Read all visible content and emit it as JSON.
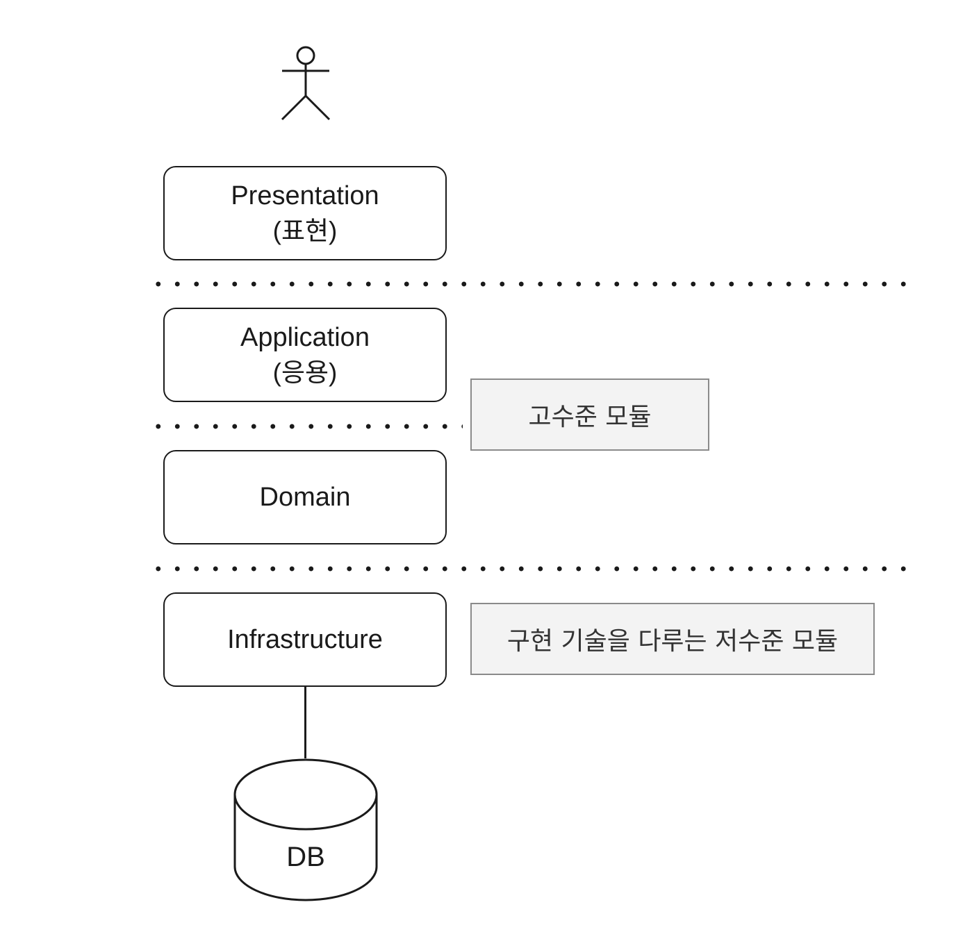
{
  "layers": {
    "presentation": {
      "title": "Presentation",
      "subtitle": "(표현)"
    },
    "application": {
      "title": "Application",
      "subtitle": "(응용)"
    },
    "domain": {
      "title": "Domain"
    },
    "infrastructure": {
      "title": "Infrastructure"
    }
  },
  "notes": {
    "high_level": "고수준 모듈",
    "low_level": "구현 기술을 다루는 저수준 모듈"
  },
  "database": {
    "label": "DB"
  },
  "icons": {
    "actor": "stick-figure-icon",
    "database": "database-cylinder-icon"
  },
  "colors": {
    "stroke": "#1a1a1a",
    "note_fill": "#f3f3f3",
    "note_border": "#8a8a8a"
  }
}
